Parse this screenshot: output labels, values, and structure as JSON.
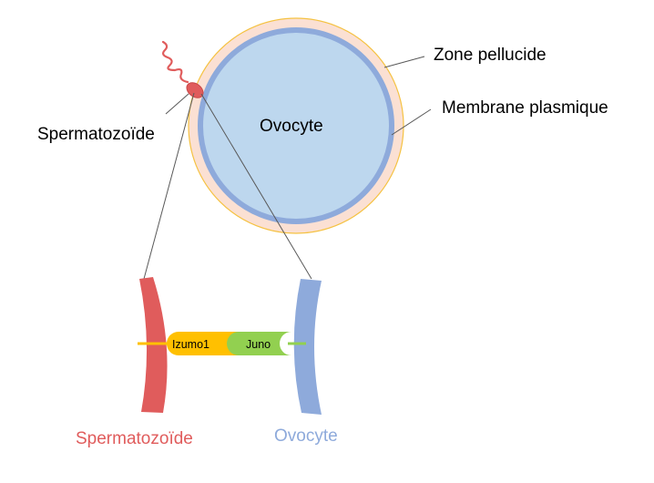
{
  "labels": {
    "zone_pellucide": "Zone pellucide",
    "membrane_plasmique": "Membrane plasmique",
    "spermatozoide": "Spermatozoïde",
    "ovocyte_center": "Ovocyte",
    "izumo1": "Izumo1",
    "juno": "Juno",
    "spermatozoide_bottom": "Spermatozoïde",
    "ovocyte_bottom": "Ovocyte"
  },
  "colors": {
    "zone_pellucide_fill": "#fbe0d3",
    "zone_pellucide_border": "#f5c242",
    "membrane": "#8eaadb",
    "cytoplasm": "#bdd7ee",
    "sperm": "#e05c5c",
    "izumo1": "#ffc000",
    "juno": "#92d050",
    "leader_line": "#595959"
  }
}
